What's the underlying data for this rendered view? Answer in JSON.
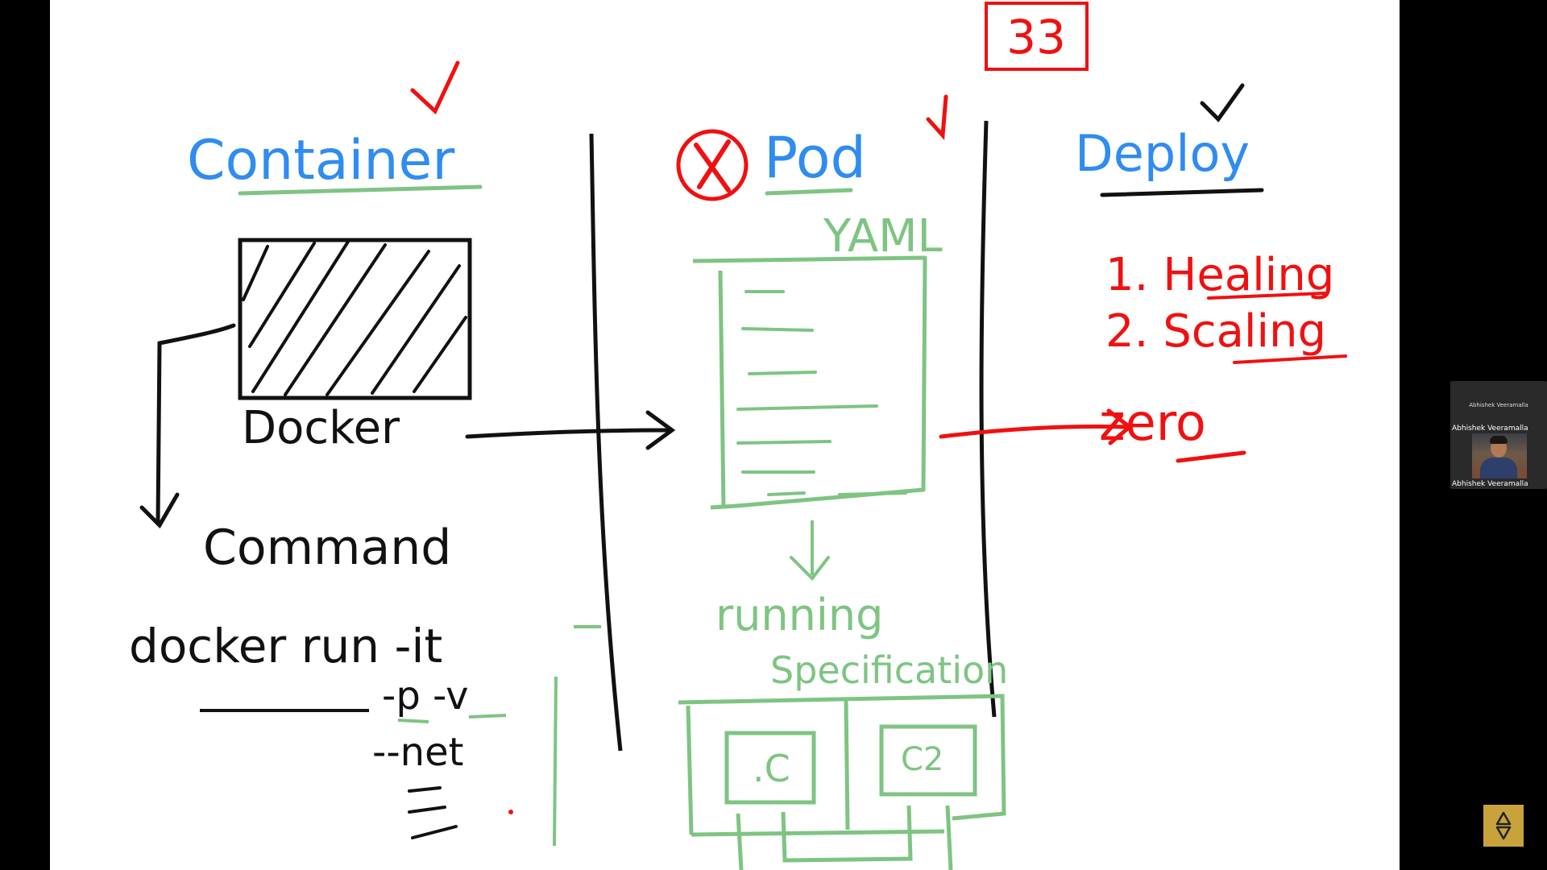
{
  "page_number": "33",
  "columns": {
    "container": {
      "title": "Container",
      "docker_label": "Docker",
      "command_label": "Command",
      "command_text": "docker run -it",
      "flag_pv": "-p  -v",
      "flag_net": "--net"
    },
    "pod": {
      "title": "Pod",
      "yaml_label": "YAML",
      "running_label": "running",
      "spec_label": "Specification",
      "container1": ".C",
      "container2": "C2"
    },
    "deploy": {
      "title": "Deploy",
      "item1": "1. Healing",
      "item2": "2. Scaling",
      "zero_label": "zero"
    }
  },
  "participant": {
    "name_top": "Abhishek Veeramalla",
    "name_mid": "Abhishek Veeramalla",
    "name_bottom": "Abhishek Veeramalla"
  },
  "colors": {
    "blue": "#2f8cf0",
    "green": "#7ec482",
    "red": "#f01010",
    "black": "#111111"
  },
  "icons": {
    "nav": "chevron-updown-icon"
  }
}
